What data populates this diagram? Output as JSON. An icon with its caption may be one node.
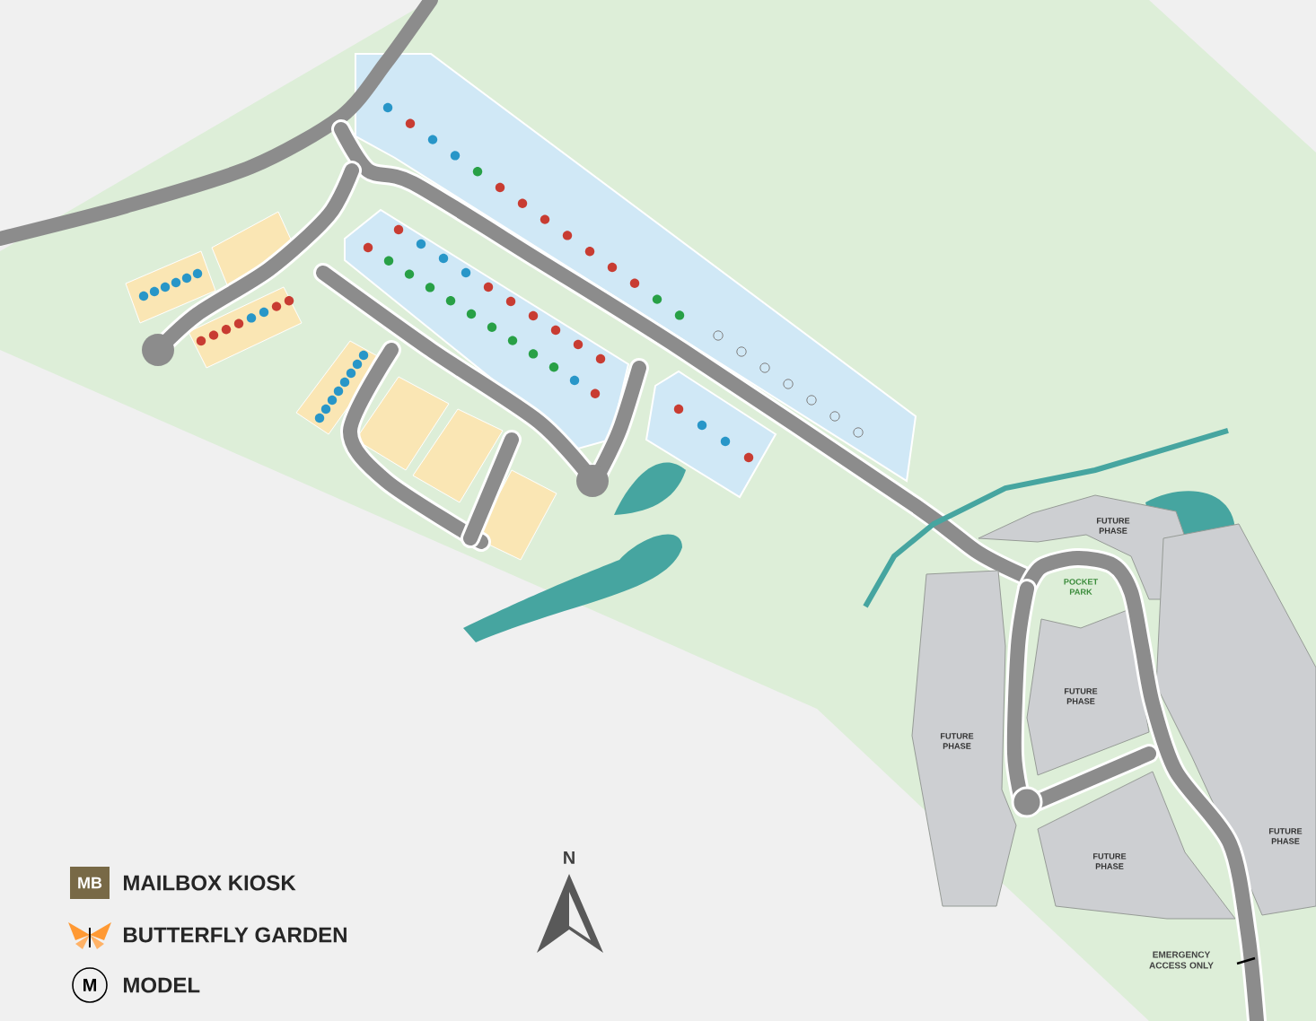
{
  "diagram": {
    "nodes": [
      {
        "text": [
          "FUTURE PHASE"
        ]
      },
      {
        "text": [
          "POCKET PARK"
        ]
      },
      {
        "text": [
          "FUTURE PHASE"
        ]
      },
      {
        "text": [
          "FUTURE PHASE"
        ]
      },
      {
        "text": [
          "FUTURE PHASE"
        ]
      },
      {
        "text": [
          "FUTURE PHASE"
        ]
      }
    ],
    "labels": [
      "N",
      "MB",
      "M",
      "EMERGENCY ACCESS ONLY"
    ],
    "legend": [
      {
        "text": "MAILBOX KIOSK"
      },
      {
        "text": "BUTTERFLY GARDEN"
      },
      {
        "text": "MODEL"
      }
    ]
  }
}
